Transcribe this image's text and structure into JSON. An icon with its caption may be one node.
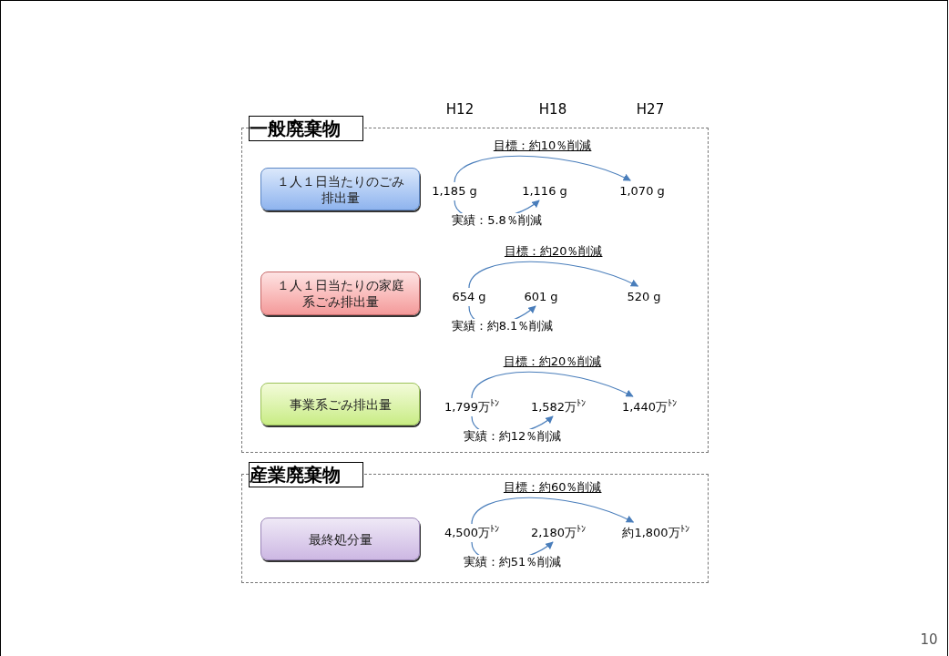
{
  "diagram": {
    "nodes": [
      {
        "text": [
          "一般廃棄物"
        ]
      },
      {
        "text": [
          "１人１日当たりのごみ排出量"
        ],
        "in": 0
      },
      {
        "text": [
          "1,185 g"
        ],
        "in": 0
      },
      {
        "text": [
          "1,116 g"
        ],
        "in": 0
      },
      {
        "text": [
          "1,070 g"
        ],
        "in": 0
      },
      {
        "text": [
          "１人１日当たりの家庭系ごみ排出量"
        ],
        "in": 0
      },
      {
        "text": [
          "654 g"
        ],
        "in": 0
      },
      {
        "text": [
          "601 g"
        ],
        "in": 0
      },
      {
        "text": [
          "520 g"
        ],
        "in": 0
      },
      {
        "text": [
          "事業系ごみ排出量"
        ],
        "in": 0
      },
      {
        "text": [
          "1,799万$^{ﾄﾝ}$"
        ],
        "in": 0
      },
      {
        "text": [
          "1,582万$^{ﾄﾝ}$"
        ],
        "in": 0
      },
      {
        "text": [
          "1,440万$^{ﾄﾝ}$"
        ],
        "in": 0
      },
      {
        "text": [
          "産業廃棄物"
        ]
      },
      {
        "text": [
          "最終処分量"
        ],
        "in": 13
      },
      {
        "text": [
          "4,500万$^{ﾄﾝ}$"
        ],
        "in": 13
      },
      {
        "text": [
          "2,180万$^{ﾄﾝ}$"
        ],
        "in": 13
      },
      {
        "text": [
          "約1,800万$^{ﾄﾝ}$"
        ],
        "in": 13
      }
    ],
    "edges": [
      {
        "from": 2,
        "to": 4,
        "arrow": "to",
        "label": "目標：約10％削減"
      },
      {
        "from": 2,
        "to": 3,
        "arrow": "to",
        "label": "実績：5.8％削減"
      },
      {
        "from": 6,
        "to": 8,
        "arrow": "to",
        "label": "目標：約20％削減"
      },
      {
        "from": 6,
        "to": 7,
        "arrow": "to",
        "label": "実績：約8.1％削減"
      },
      {
        "from": 10,
        "to": 12,
        "arrow": "to",
        "label": "目標：約20％削減"
      },
      {
        "from": 10,
        "to": 11,
        "arrow": "to",
        "label": "実績：約12％削減"
      },
      {
        "from": 15,
        "to": 17,
        "arrow": "to",
        "label": "目標：約60％削減"
      },
      {
        "from": 15,
        "to": 16,
        "arrow": "to",
        "label": "実績：約51％削減"
      }
    ],
    "labels": [
      "H12",
      "H18",
      "H27",
      "10"
    ]
  }
}
